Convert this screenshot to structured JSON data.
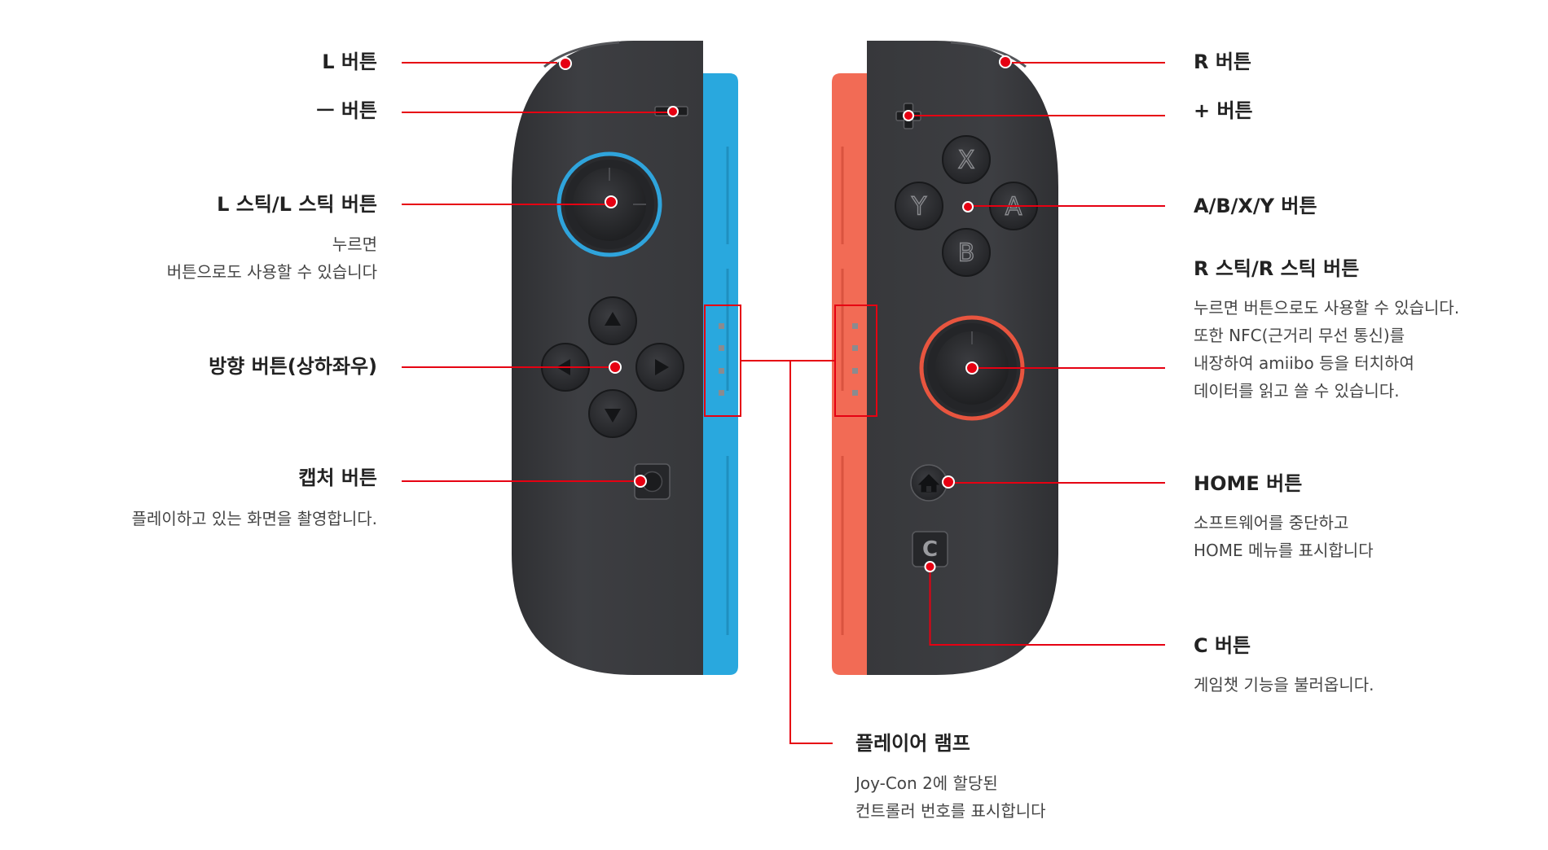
{
  "colors": {
    "accent_line": "#e60012",
    "controller_body": "#3a3b3e",
    "left_rail": "#27a9dd",
    "right_rail": "#f26b55",
    "l_stick_ring": "#2fa4dc",
    "r_stick_ring": "#e8553f"
  },
  "left": {
    "l_button": {
      "label": "L 버튼"
    },
    "minus_button": {
      "label": "ㅡ 버튼"
    },
    "l_stick": {
      "label": "L 스틱/L 스틱 버튼",
      "desc": [
        "누르면",
        "버튼으로도 사용할 수 있습니다"
      ]
    },
    "dpad": {
      "label": "방향 버튼(상하좌우)"
    },
    "capture": {
      "label": "캡처 버튼",
      "desc": [
        "플레이하고 있는 화면을 촬영합니다."
      ]
    }
  },
  "right": {
    "r_button": {
      "label": "R 버튼"
    },
    "plus_button": {
      "label": "+ 버튼"
    },
    "abxy": {
      "label": "A/B/X/Y 버튼",
      "glyphs": {
        "x": "X",
        "y": "Y",
        "a": "A",
        "b": "B"
      }
    },
    "r_stick": {
      "label": "R 스틱/R 스틱 버튼",
      "desc": [
        "누르면 버튼으로도 사용할 수 있습니다.",
        "또한 NFC(근거리 무선 통신)를",
        "내장하여 amiibo 등을 터치하여",
        "데이터를 읽고 쓸 수 있습니다."
      ]
    },
    "home": {
      "label": "HOME 버튼",
      "desc": [
        "소프트웨어를 중단하고",
        "HOME 메뉴를 표시합니다"
      ]
    },
    "c_button": {
      "label": "C 버튼",
      "desc": [
        "게임챗 기능을 불러옵니다."
      ],
      "glyph": "C"
    }
  },
  "bottom": {
    "player_lamp": {
      "label": "플레이어 램프",
      "desc": [
        "Joy-Con 2에 할당된",
        "컨트롤러 번호를 표시합니다"
      ]
    }
  }
}
